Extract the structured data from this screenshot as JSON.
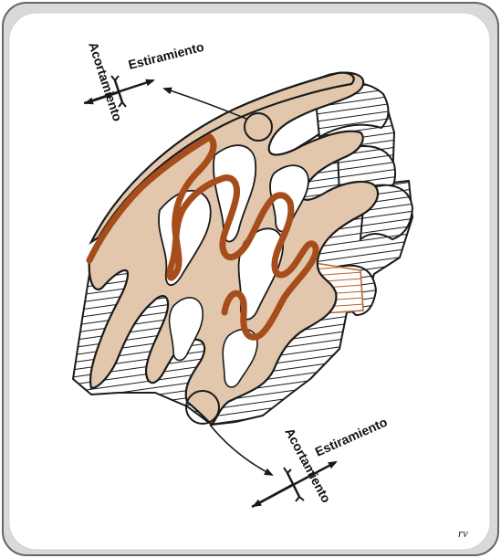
{
  "labels": {
    "top": {
      "stretch": "Estiramiento",
      "shorten": "Acortamiento"
    },
    "bottom": {
      "stretch": "Estiramiento",
      "shorten": "Acortamiento"
    }
  },
  "signature": "rv",
  "colors": {
    "panel": "#d9d9d9",
    "frame": "#666666",
    "fold_fill": "#e2c7ad",
    "fold_outline": "#1a1a1a",
    "marker_layer": "#a64d1b",
    "hatch": "#1a1a1a"
  }
}
